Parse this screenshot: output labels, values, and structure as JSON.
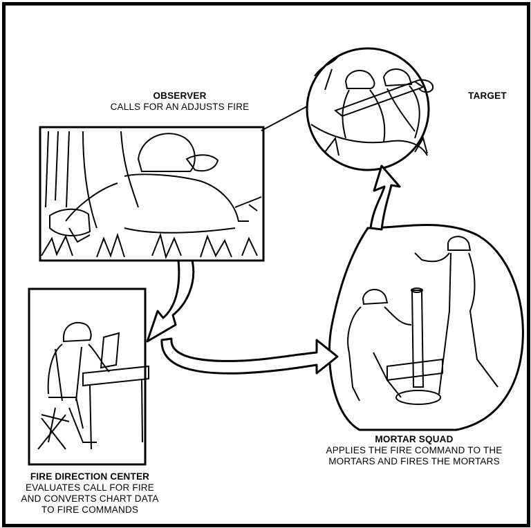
{
  "observer": {
    "title": "OBSERVER",
    "desc": "CALLS FOR AN ADJUSTS FIRE"
  },
  "target": {
    "title": "TARGET"
  },
  "fdc": {
    "title": "FIRE DIRECTION CENTER",
    "desc": [
      "EVALUATES CALL FOR FIRE",
      "AND CONVERTS CHART DATA",
      "TO FIRE COMMANDS"
    ]
  },
  "mortar_squad": {
    "title": "MORTAR SQUAD",
    "desc": [
      "APPLIES THE FIRE COMMAND TO THE",
      "MORTARS AND FIRES THE MORTARS"
    ]
  }
}
